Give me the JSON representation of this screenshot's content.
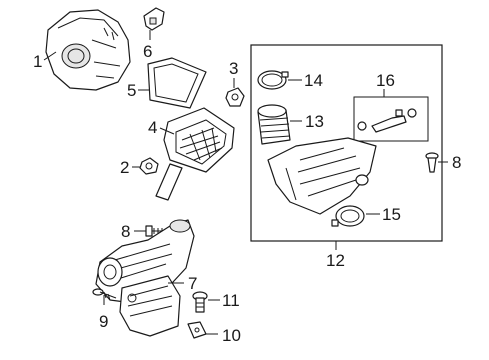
{
  "diagram": {
    "callouts": {
      "c1": "1",
      "c2": "2",
      "c3": "3",
      "c4": "4",
      "c5": "5",
      "c6": "6",
      "c7": "7",
      "c8a": "8",
      "c8b": "8",
      "c9": "9",
      "c10": "10",
      "c11": "11",
      "c12": "12",
      "c13": "13",
      "c14": "14",
      "c15": "15",
      "c16": "16"
    }
  }
}
